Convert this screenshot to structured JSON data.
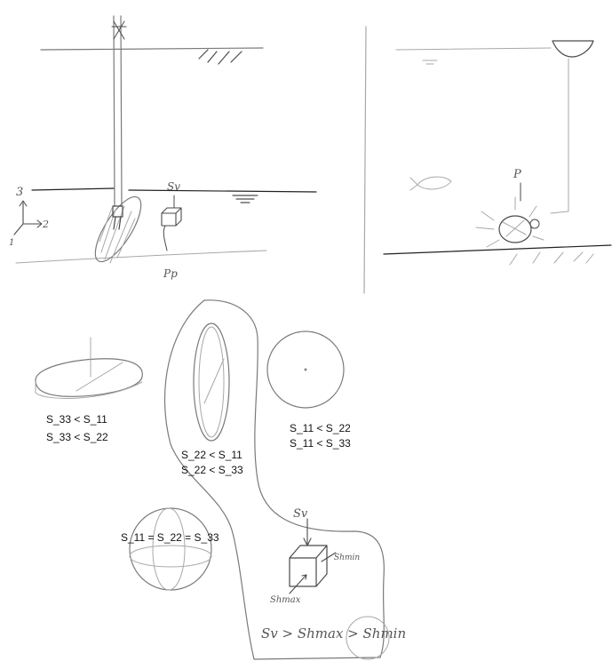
{
  "sketch_labels": {
    "axis_3": "3",
    "axis_2": "2",
    "axis_1": "1",
    "sv_top": "Sv",
    "pp": "Pp",
    "p_right": "P",
    "sv_cube": "Sv",
    "shmin_cube": "Shmin",
    "shmax_cube": "Shmax",
    "bottom_relation": "Sv > Shmax > Shmin"
  },
  "stress_conditions": {
    "disk_line1": "S_33 < S_11",
    "disk_line2": "S_33 < S_22",
    "vertical_line1": "S_22 < S_11",
    "vertical_line2": "S_22 < S_33",
    "circle_line1": "S_11 < S_22",
    "circle_line2": "S_11 < S_33",
    "sphere_line1": "S_11 = S_22 = S_33"
  }
}
